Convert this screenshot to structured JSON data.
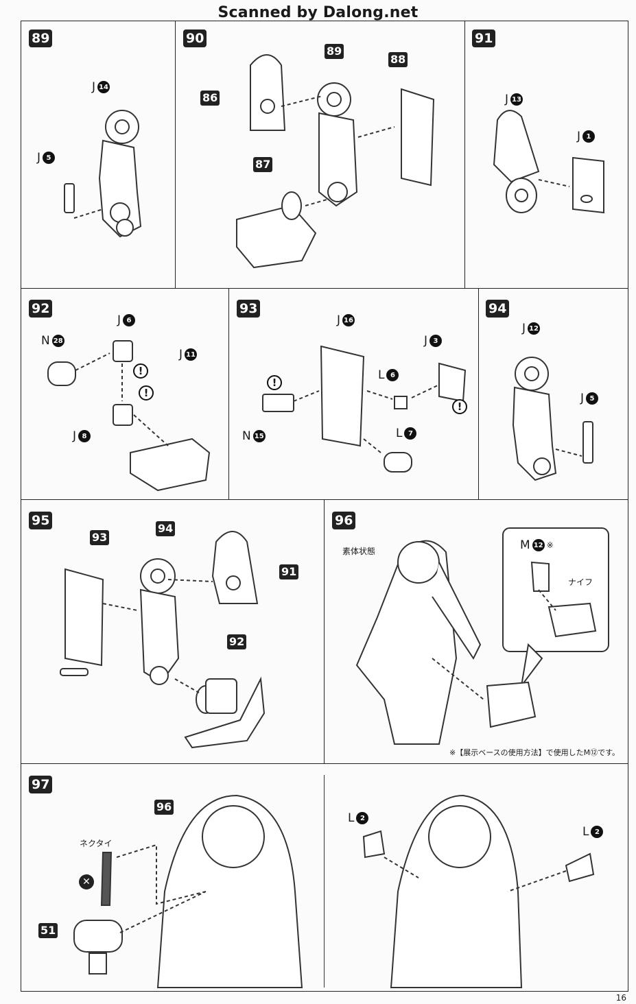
{
  "header": "Scanned by Dalong.net",
  "page_number": "16",
  "steps": {
    "s89": {
      "number": "89",
      "labels": [
        {
          "letter": "J",
          "num": "14"
        },
        {
          "letter": "J",
          "num": "5"
        }
      ]
    },
    "s90": {
      "number": "90",
      "refs": [
        "86",
        "89",
        "88",
        "87"
      ]
    },
    "s91": {
      "number": "91",
      "labels": [
        {
          "letter": "J",
          "num": "13"
        },
        {
          "letter": "J",
          "num": "1"
        }
      ]
    },
    "s92": {
      "number": "92",
      "labels": [
        {
          "letter": "N",
          "num": "28"
        },
        {
          "letter": "J",
          "num": "6"
        },
        {
          "letter": "J",
          "num": "8"
        },
        {
          "letter": "J",
          "num": "11"
        }
      ],
      "warning": "!"
    },
    "s93": {
      "number": "93",
      "labels": [
        {
          "letter": "J",
          "num": "16"
        },
        {
          "letter": "J",
          "num": "3"
        },
        {
          "letter": "L",
          "num": "6"
        },
        {
          "letter": "L",
          "num": "7"
        },
        {
          "letter": "N",
          "num": "15"
        }
      ],
      "warning": "!"
    },
    "s94": {
      "number": "94",
      "labels": [
        {
          "letter": "J",
          "num": "12"
        },
        {
          "letter": "J",
          "num": "5"
        }
      ]
    },
    "s95": {
      "number": "95",
      "refs": [
        "93",
        "94",
        "91",
        "92"
      ]
    },
    "s96": {
      "number": "96",
      "body_state": "素体状態",
      "part": {
        "letter": "M",
        "num": "12",
        "mark": "※"
      },
      "knife": "ナイフ",
      "footnote": "※【展示ベースの使用方法】で使用したM⑫です。"
    },
    "s97": {
      "number": "97",
      "refs": [
        "96",
        "51"
      ],
      "necktie": "ネクタイ",
      "x_mark": "✕",
      "labels": [
        {
          "letter": "L",
          "num": "2"
        },
        {
          "letter": "L",
          "num": "2"
        }
      ]
    }
  }
}
